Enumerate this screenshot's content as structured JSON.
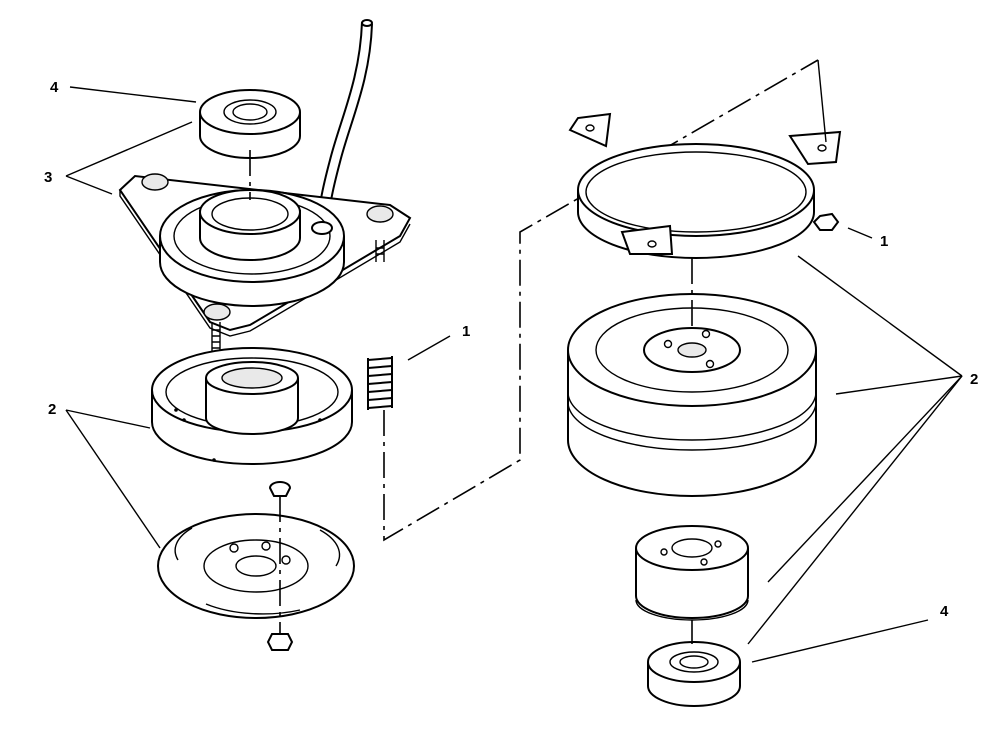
{
  "callouts": {
    "left_bearing": "4",
    "left_field": "3",
    "left_spring": "1",
    "left_armature": "2",
    "right_nut": "1",
    "right_pulley": "2",
    "right_bearing": "4"
  }
}
